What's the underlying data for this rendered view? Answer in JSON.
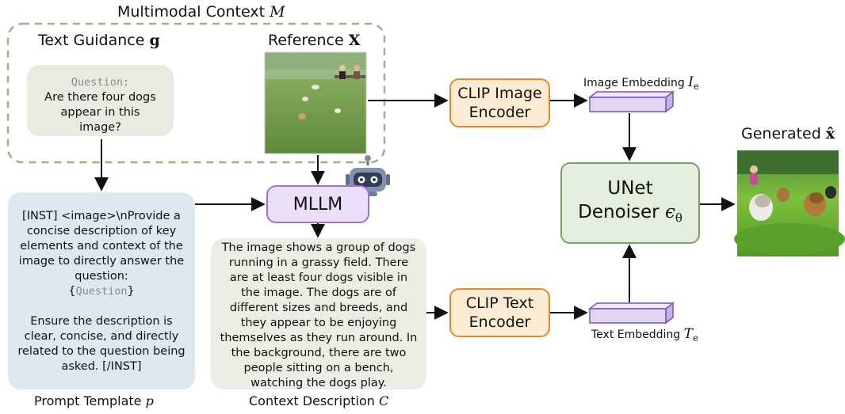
{
  "context_region": {
    "title_text": "Multimodal Context ",
    "title_symbol": "M"
  },
  "text_guidance": {
    "title_text": "Text Guidance ",
    "title_symbol": "g",
    "question_tag": "Question:",
    "question_body": "Are there four dogs appear in this image?"
  },
  "reference": {
    "title_text": "Reference ",
    "title_symbol": "X",
    "image_alt": "dogs running on grass with people on bench"
  },
  "prompt_template": {
    "line1": "[INST] <image>\\nProvide a concise description of key elements and context of the image to directly answer the question:",
    "brace_open": "{",
    "placeholder": "Question",
    "brace_close": "}",
    "line2": "Ensure the description is clear, concise, and directly related to the question being asked. [/INST]",
    "caption_text": "Prompt Template ",
    "caption_symbol": "p"
  },
  "mllm": {
    "label": "MLLM",
    "icon": "robot-icon"
  },
  "context_description": {
    "body": "The image shows a group of dogs running in a grassy field. There are at least four dogs visible in the image. The dogs are of different sizes and breeds, and they appear to be enjoying themselves as they run around. In the background, there are two people sitting on a bench, watching the dogs play.",
    "caption_text": "Context Description ",
    "caption_symbol": "C"
  },
  "clip_image_encoder": {
    "line1": "CLIP Image",
    "line2": "Encoder"
  },
  "clip_text_encoder": {
    "line1": "CLIP Text",
    "line2": "Encoder"
  },
  "image_embedding": {
    "label_text": "Image Embedding ",
    "label_symbol": "I",
    "label_sub": "e"
  },
  "text_embedding": {
    "label_text": "Text Embedding ",
    "label_symbol": "T",
    "label_sub": "e"
  },
  "unet": {
    "line1": "UNet",
    "line2_text": "Denoiser ",
    "line2_symbol": "ϵ",
    "line2_sub": "θ"
  },
  "generated": {
    "title_text": "Generated ",
    "title_symbol": "x̂"
  },
  "colors": {
    "clip_border": "#e8882c",
    "clip_fill": "#fdebd4",
    "mllm_border": "#9d72d4",
    "mllm_fill": "#eadff7",
    "unet_border": "#78a265",
    "unet_fill": "#e4eedd",
    "context_dash": "#a3ad8f",
    "embedding_fill": "#e3d6f5",
    "embedding_border": "#7a55b5"
  }
}
